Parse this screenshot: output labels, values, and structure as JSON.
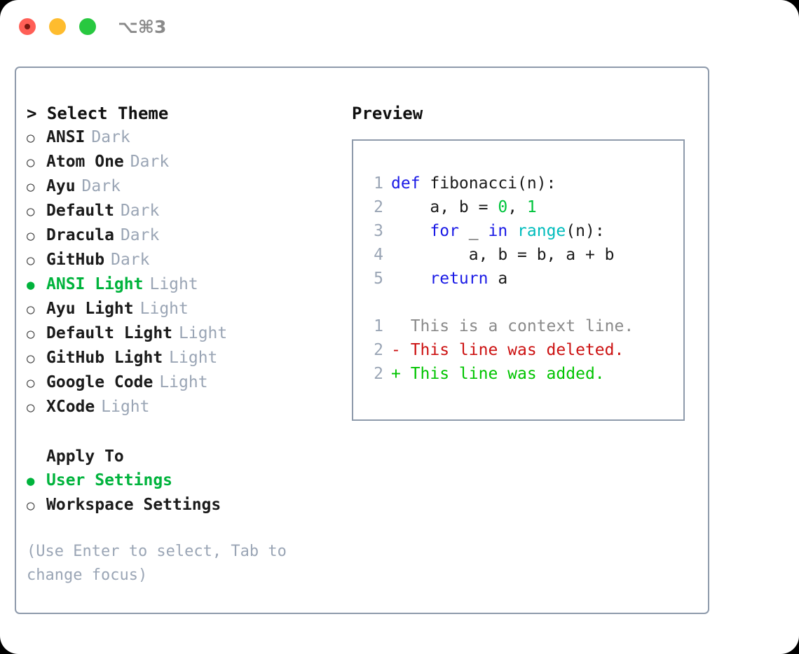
{
  "titlebar": {
    "shortcut": "⌥⌘3",
    "buttons": [
      {
        "name": "close",
        "color": "#ff5f56"
      },
      {
        "name": "minimize",
        "color": "#febc2e"
      },
      {
        "name": "maximize",
        "color": "#28c840"
      }
    ]
  },
  "theme_picker": {
    "header": "> Select Theme",
    "items": [
      {
        "bullet": "○",
        "label": "ANSI",
        "variant": "Dark",
        "selected": false
      },
      {
        "bullet": "○",
        "label": "Atom One",
        "variant": "Dark",
        "selected": false
      },
      {
        "bullet": "○",
        "label": "Ayu",
        "variant": "Dark",
        "selected": false
      },
      {
        "bullet": "○",
        "label": "Default",
        "variant": "Dark",
        "selected": false
      },
      {
        "bullet": "○",
        "label": "Dracula",
        "variant": "Dark",
        "selected": false
      },
      {
        "bullet": "○",
        "label": "GitHub",
        "variant": "Dark",
        "selected": false
      },
      {
        "bullet": "●",
        "label": "ANSI Light",
        "variant": "Light",
        "selected": true
      },
      {
        "bullet": "○",
        "label": "Ayu Light",
        "variant": "Light",
        "selected": false
      },
      {
        "bullet": "○",
        "label": "Default Light",
        "variant": "Light",
        "selected": false
      },
      {
        "bullet": "○",
        "label": "GitHub Light",
        "variant": "Light",
        "selected": false
      },
      {
        "bullet": "○",
        "label": "Google Code",
        "variant": "Light",
        "selected": false
      },
      {
        "bullet": "○",
        "label": "XCode",
        "variant": "Light",
        "selected": false
      }
    ]
  },
  "apply_to": {
    "title": "Apply To",
    "options": [
      {
        "bullet": "●",
        "label": "User Settings",
        "selected": true
      },
      {
        "bullet": "○",
        "label": "Workspace Settings",
        "selected": false
      }
    ]
  },
  "hint": "(Use Enter to select, Tab to change focus)",
  "preview": {
    "title": "Preview",
    "code_lines": [
      {
        "no": "1",
        "tokens": [
          {
            "t": "def ",
            "c": "kw"
          },
          {
            "t": "fibonacci(n):",
            "c": "plain"
          }
        ]
      },
      {
        "no": "2",
        "tokens": [
          {
            "t": "    a, b = ",
            "c": "plain"
          },
          {
            "t": "0",
            "c": "num"
          },
          {
            "t": ", ",
            "c": "plain"
          },
          {
            "t": "1",
            "c": "num"
          }
        ]
      },
      {
        "no": "3",
        "tokens": [
          {
            "t": "    ",
            "c": "plain"
          },
          {
            "t": "for",
            "c": "kw"
          },
          {
            "t": " _ ",
            "c": "plain"
          },
          {
            "t": "in",
            "c": "kw"
          },
          {
            "t": " ",
            "c": "plain"
          },
          {
            "t": "range",
            "c": "fn"
          },
          {
            "t": "(n):",
            "c": "plain"
          }
        ]
      },
      {
        "no": "4",
        "tokens": [
          {
            "t": "        a, b = b, a + b",
            "c": "plain"
          }
        ]
      },
      {
        "no": "5",
        "tokens": [
          {
            "t": "    ",
            "c": "plain"
          },
          {
            "t": "return",
            "c": "kw"
          },
          {
            "t": " a",
            "c": "plain"
          }
        ]
      }
    ],
    "diff_lines": [
      {
        "no": "1",
        "tokens": [
          {
            "t": "  This is a context line.",
            "c": "ctx"
          }
        ]
      },
      {
        "no": "2",
        "tokens": [
          {
            "t": "- This line was deleted.",
            "c": "del"
          }
        ]
      },
      {
        "no": "2",
        "tokens": [
          {
            "t": "+ This line was added.",
            "c": "add"
          }
        ]
      }
    ]
  },
  "colors": {
    "accent_green": "#00b33c",
    "keyword_blue": "#1a1ae6",
    "function_cyan": "#00bcbc",
    "number_green": "#00c43c",
    "diff_delete_red": "#cc1111",
    "diff_add_green": "#00c400",
    "muted_gray": "#9aa5b5",
    "border_gray": "#8e9aab"
  }
}
